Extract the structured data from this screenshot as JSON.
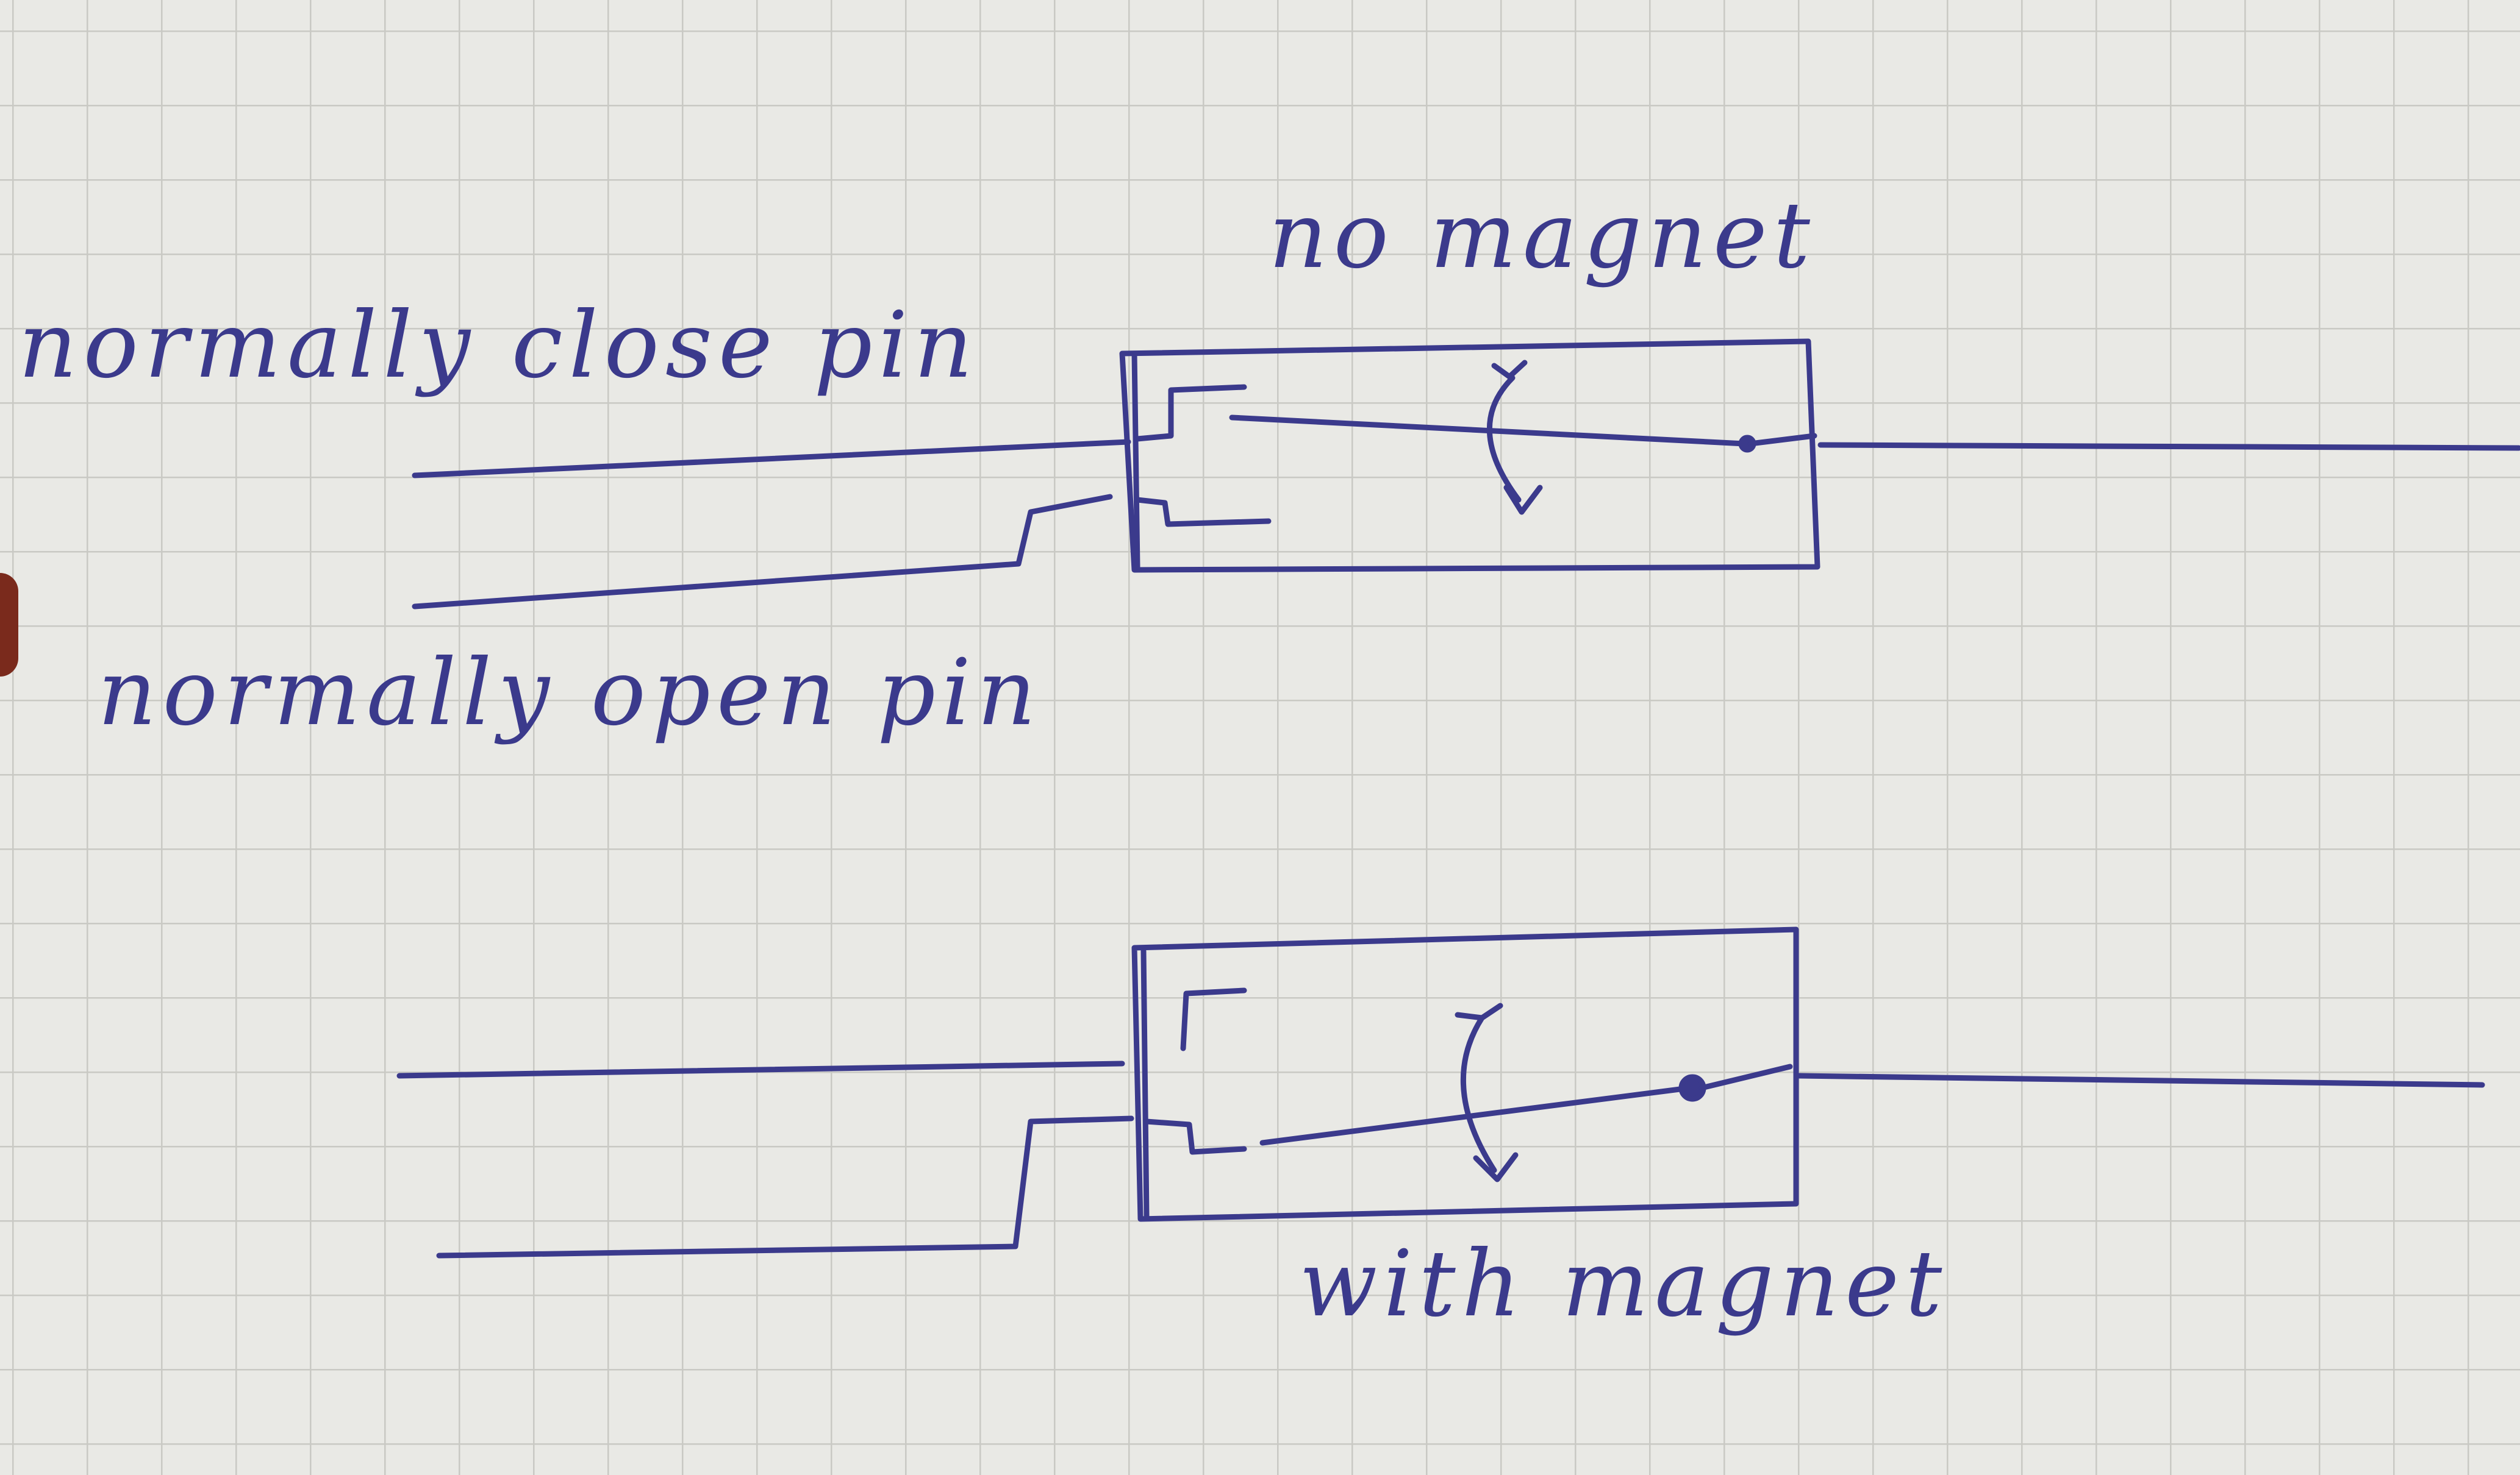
{
  "labels": {
    "no_magnet": "no magnet",
    "normally_close_pin": "normally close pin",
    "normally_open_pin": "normally open pin",
    "with_magnet": "with magnet"
  },
  "colors": {
    "ink": "#3b3a8c",
    "paper": "#e9e9e5",
    "grid": "#c9c9c4"
  },
  "switches": [
    {
      "name": "reed-switch-no-magnet",
      "state": "contact on normally close pin"
    },
    {
      "name": "reed-switch-with-magnet",
      "state": "contact on normally open pin"
    }
  ]
}
